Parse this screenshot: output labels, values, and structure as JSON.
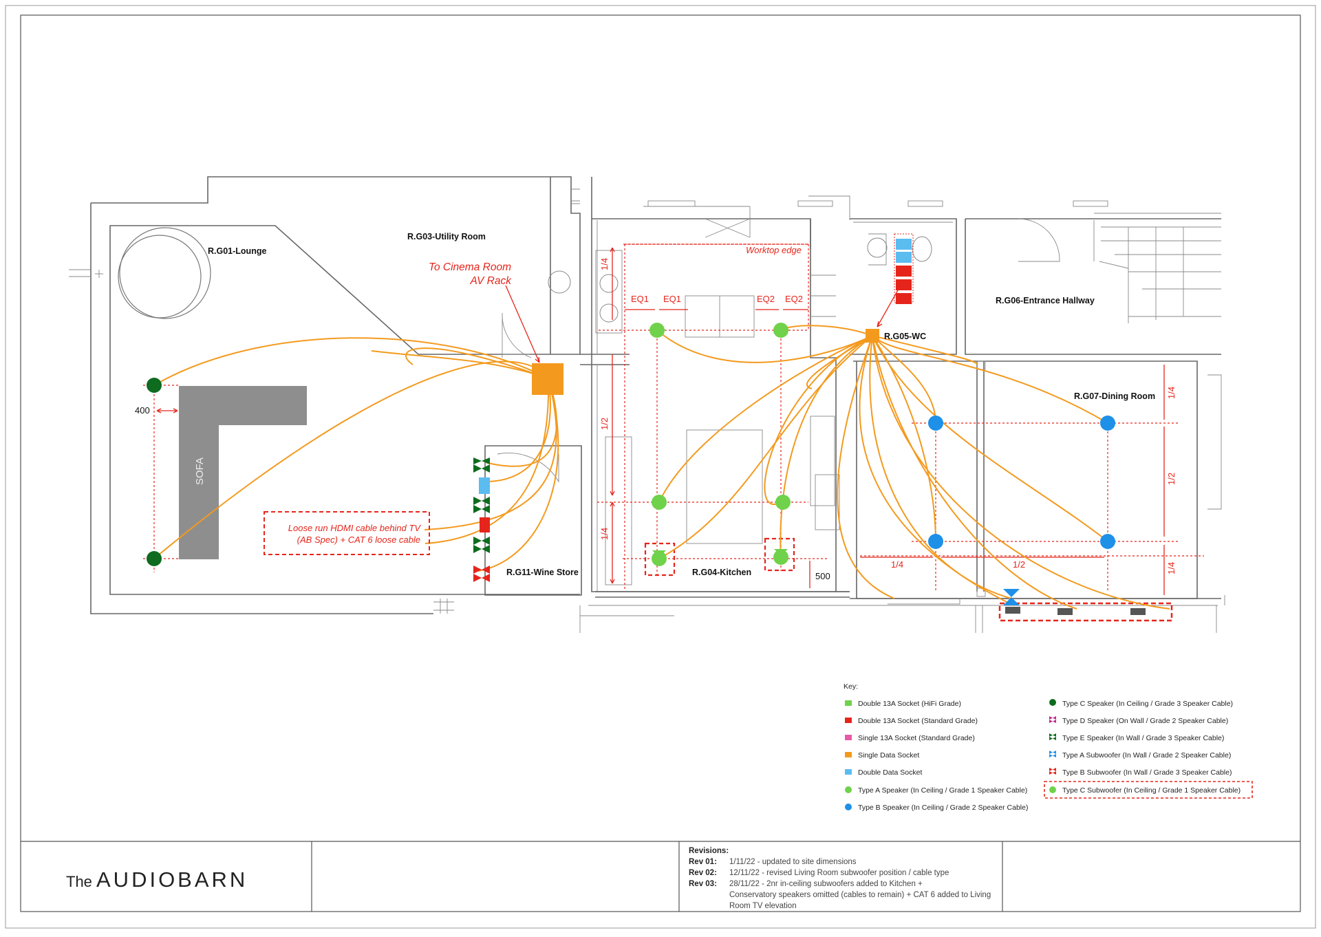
{
  "rooms": {
    "lounge": "R.G01-Lounge",
    "utility": "R.G03-Utility Room",
    "kitchen": "R.G04-Kitchen",
    "wc": "R.G05-WC",
    "hallway": "R.G06-Entrance Hallway",
    "dining": "R.G07-Dining Room",
    "wine": "R.G11-Wine Store"
  },
  "annotations": {
    "cinema_line1": "To Cinema Room",
    "cinema_line2": "AV Rack",
    "worktop": "Worktop edge",
    "hdmi_line1": "Loose run HDMI cable behind TV",
    "hdmi_line2": "(AB Spec) + CAT 6 loose cable",
    "sofa": "SOFA"
  },
  "dimensions": {
    "d400": "400",
    "d500": "500",
    "eq1": "EQ1",
    "eq2": "EQ2",
    "quarter": "1/4",
    "half": "1/2"
  },
  "key": {
    "title": "Key:",
    "items": [
      {
        "label": "Double 13A Socket (HiFi Grade)",
        "color": "#6fd24a"
      },
      {
        "label": "Double 13A Socket (Standard Grade)",
        "color": "#e5251b"
      },
      {
        "label": "Single 13A Socket (Standard Grade)",
        "color": "#e85aa8"
      },
      {
        "label": "Single Data Socket",
        "color": "#f39a1e"
      },
      {
        "label": "Double Data Socket",
        "color": "#5bbcf0"
      },
      {
        "label": "Type A Speaker (In Ceiling / Grade 1 Speaker Cable)",
        "color": "#6fd24a"
      },
      {
        "label": "Type B Speaker (In Ceiling / Grade 2 Speaker Cable)",
        "color": "#1e90e8"
      },
      {
        "label": "Type C Speaker (In Ceiling / Grade 3 Speaker Cable)",
        "color": "#0e6b1f"
      },
      {
        "label": "Type D Speaker (On Wall / Grade 2 Speaker Cable)",
        "color": "#c2268a"
      },
      {
        "label": "Type E Speaker (In Wall / Grade 3 Speaker Cable)",
        "color": "#0e6b1f"
      },
      {
        "label": "Type A Subwoofer (In Wall / Grade 2 Speaker Cable)",
        "color": "#1e90e8"
      },
      {
        "label": "Type B Subwoofer (In Wall / Grade 3 Speaker Cable)",
        "color": "#e5251b"
      },
      {
        "label": "Type C Subwoofer (In Ceiling / Grade 1 Speaker Cable)",
        "color": "#6fd24a"
      }
    ]
  },
  "title_block": {
    "brand_prefix": "The",
    "brand_name": "AUDIOBARN",
    "revisions_title": "Revisions:",
    "revisions": [
      {
        "rev": "Rev 01:",
        "lines": [
          "1/11/22 - updated to site dimensions"
        ]
      },
      {
        "rev": "Rev 02:",
        "lines": [
          "12/11/22 - revised Living Room subwoofer position / cable type"
        ]
      },
      {
        "rev": "Rev 03:",
        "lines": [
          "28/11/22 - 2nr in-ceiling subwoofers added to Kitchen +",
          "Conservatory speakers omitted (cables to remain) + CAT 6 added to Living",
          "Room TV elevation"
        ]
      }
    ]
  },
  "colors": {
    "cable": "#f39a1e",
    "guide": "#e5251b",
    "type_a": "#6fd24a",
    "type_b": "#1e90e8",
    "type_c": "#0e6b1f",
    "data": "#f39a1e",
    "data_double": "#5bbcf0",
    "socket_std": "#e5251b",
    "sofa": "#8e8e8e"
  }
}
